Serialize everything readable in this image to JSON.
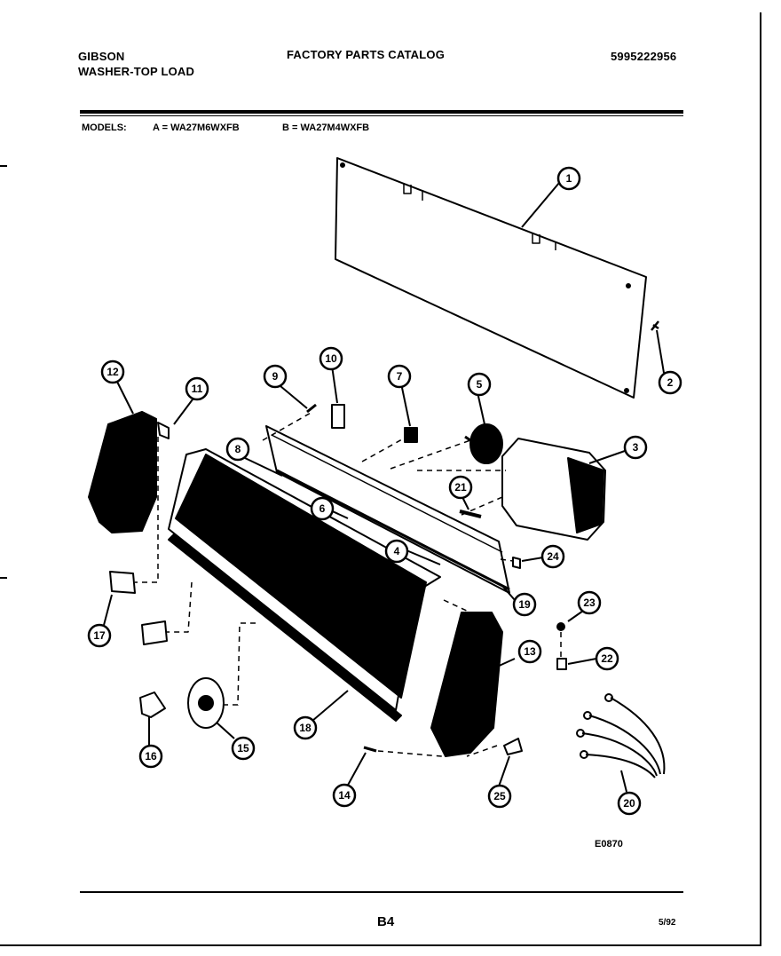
{
  "header": {
    "brand": "GIBSON",
    "product": "WASHER-TOP LOAD",
    "catalog_title": "FACTORY PARTS CATALOG",
    "catalog_number": "5995222956"
  },
  "models": {
    "label": "MODELS:",
    "model_a": "A = WA27M6WXFB",
    "model_b": "B = WA27M4WXFB"
  },
  "diagram": {
    "code": "E0870",
    "callouts": [
      "1",
      "2",
      "3",
      "4",
      "5",
      "6",
      "7",
      "8",
      "9",
      "10",
      "11",
      "12",
      "13",
      "14",
      "15",
      "16",
      "17",
      "18",
      "19",
      "20",
      "21",
      "22",
      "23",
      "24",
      "25"
    ]
  },
  "footer": {
    "page": "B4",
    "date": "5/92"
  }
}
